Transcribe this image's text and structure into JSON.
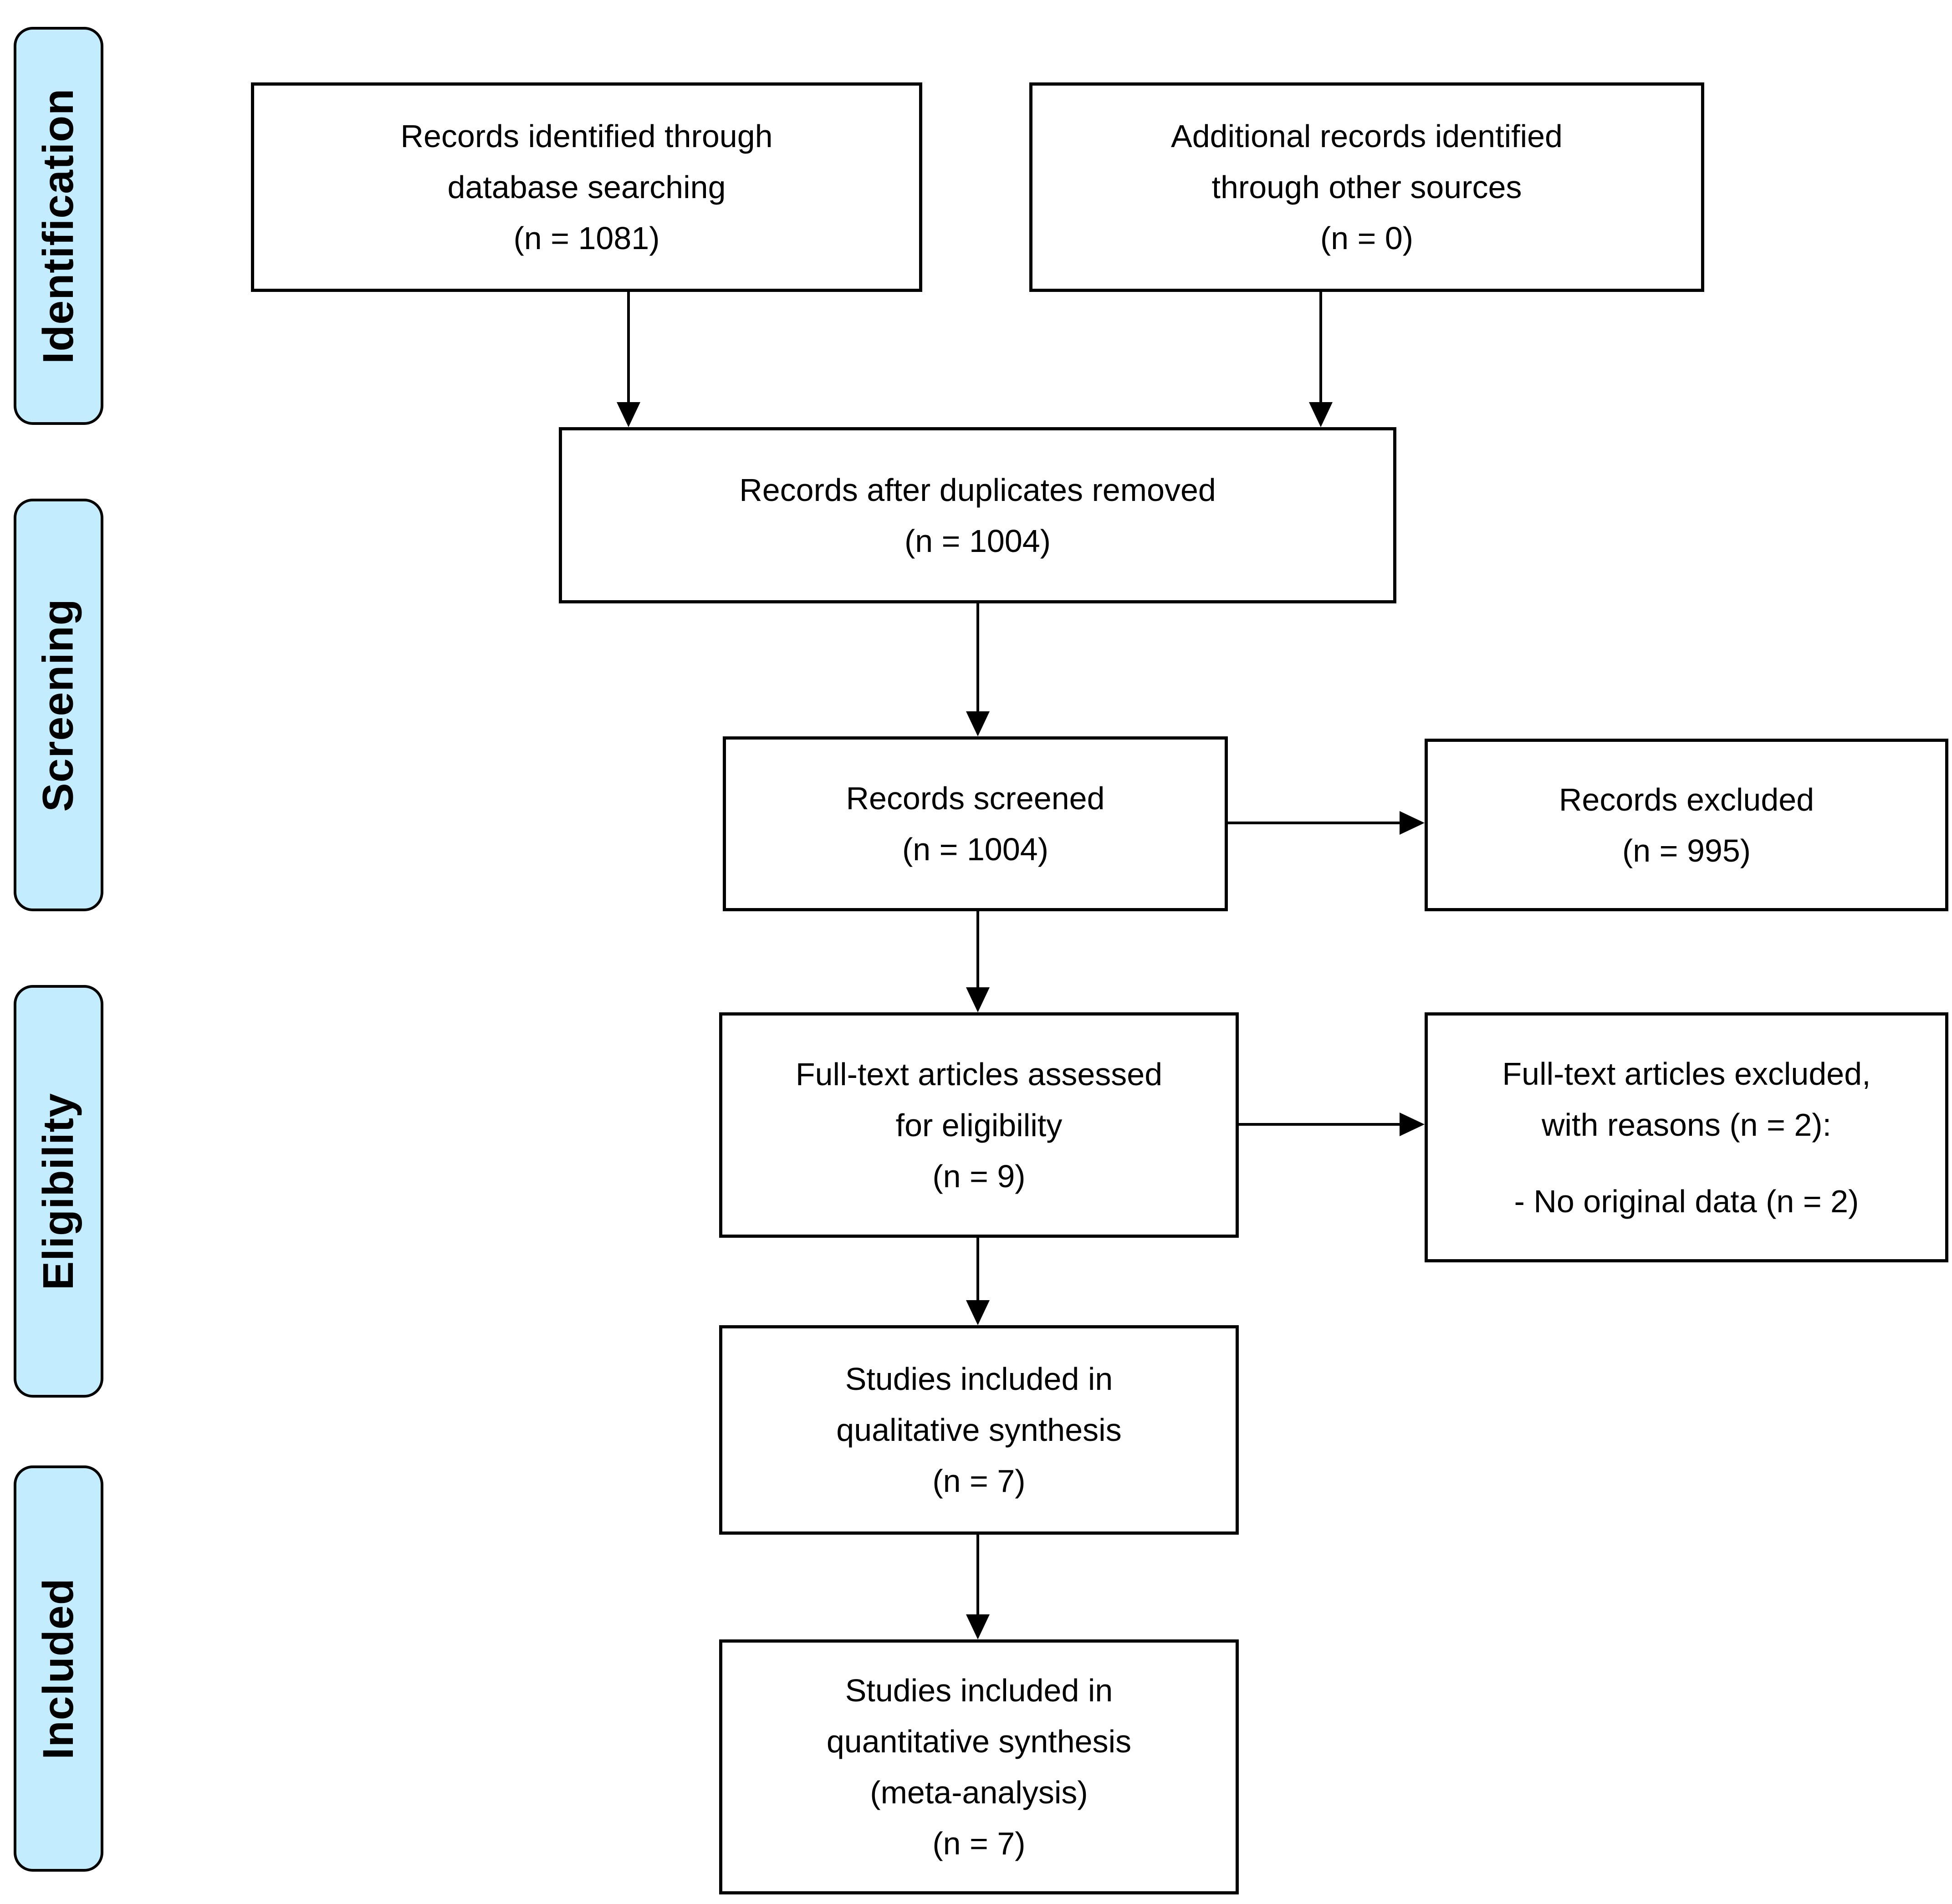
{
  "diagram": {
    "stages": [
      {
        "label": "Identification"
      },
      {
        "label": "Screening"
      },
      {
        "label": "Eligibility"
      },
      {
        "label": "Included"
      }
    ],
    "boxes": {
      "records_identified": {
        "lines": [
          "Records identified through",
          "database searching",
          "(n = 1081)"
        ]
      },
      "additional_records": {
        "lines": [
          "Additional records identified",
          "through other sources",
          "(n = 0)"
        ]
      },
      "duplicates_removed": {
        "lines": [
          "Records after duplicates removed",
          "(n = 1004)"
        ]
      },
      "records_screened": {
        "lines": [
          "Records screened",
          "(n = 1004)"
        ]
      },
      "records_excluded": {
        "lines": [
          "Records excluded",
          "(n = 995)"
        ]
      },
      "fulltext_assessed": {
        "lines": [
          "Full-text articles assessed",
          "for eligibility",
          "(n = 9)"
        ]
      },
      "fulltext_excluded": {
        "lines": [
          "Full-text articles excluded,",
          "with reasons (n = 2):"
        ],
        "reasons": [
          "- No original data (n = 2)"
        ]
      },
      "qualitative_synthesis": {
        "lines": [
          "Studies included in",
          "qualitative synthesis",
          "(n = 7)"
        ]
      },
      "quantitative_synthesis": {
        "lines": [
          "Studies included in",
          "quantitative synthesis",
          "(meta-analysis)",
          "(n = 7)"
        ]
      }
    },
    "colors": {
      "stage_fill": "#c3edfe",
      "stage_border": "#000000",
      "box_fill": "#ffffff",
      "box_border": "#000000",
      "arrow": "#000000",
      "text": "#000000"
    }
  }
}
